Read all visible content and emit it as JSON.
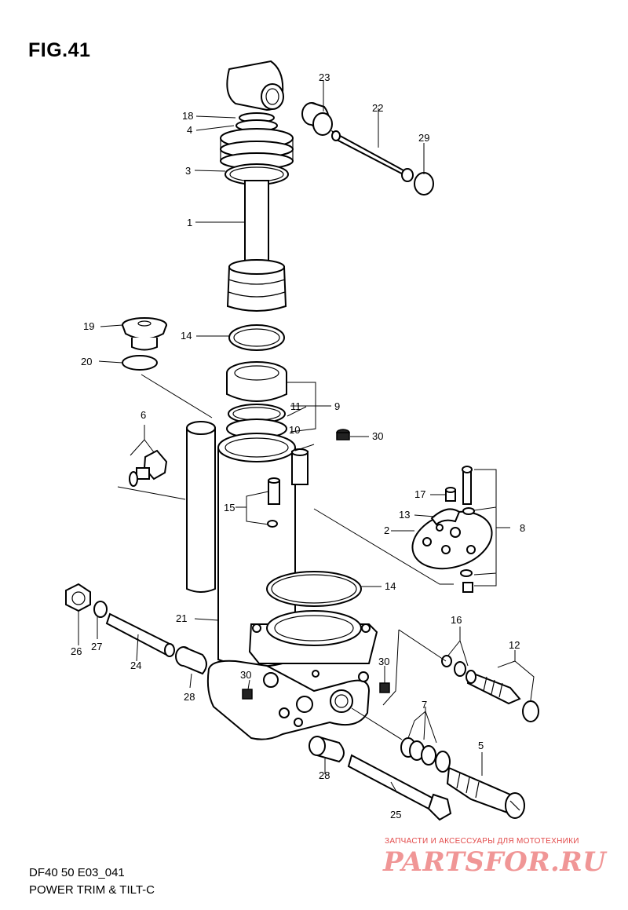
{
  "figure": {
    "title": "FIG.41"
  },
  "labels": {
    "l1": "1",
    "l2": "2",
    "l3": "3",
    "l4": "4",
    "l5": "5",
    "l6": "6",
    "l7": "7",
    "l8": "8",
    "l9": "9",
    "l10": "10",
    "l11": "11",
    "l12": "12",
    "l13": "13",
    "l14a": "14",
    "l14b": "14",
    "l15": "15",
    "l16": "16",
    "l17": "17",
    "l18": "18",
    "l19": "19",
    "l20": "20",
    "l21": "21",
    "l22": "22",
    "l23": "23",
    "l24": "24",
    "l25": "25",
    "l26": "26",
    "l27": "27",
    "l28a": "28",
    "l28b": "28",
    "l29": "29",
    "l30a": "30",
    "l30b": "30",
    "l30c": "30"
  },
  "watermark": {
    "tagline": "ЗАПЧАСТИ И АКСЕССУАРЫ ДЛЯ МОТОТЕХНИКИ",
    "brand": "PARTSFOR.RU",
    "color": "#ef8b8b"
  },
  "footer": {
    "code": "DF40 50 E03_041",
    "name": "POWER TRIM & TILT-C"
  }
}
